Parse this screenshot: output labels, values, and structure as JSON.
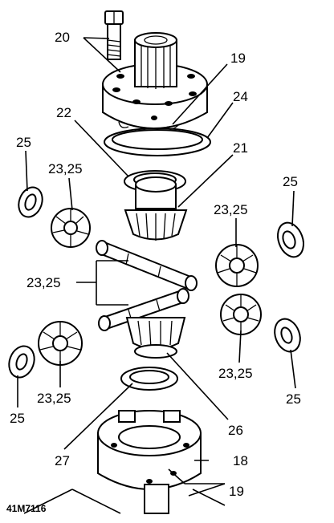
{
  "callouts": {
    "c20": "20",
    "c19_top": "19",
    "c24": "24",
    "c22": "22",
    "c21": "21",
    "c25_upper_left": "25",
    "c23_25_upper_left": "23,25",
    "c25_upper_right": "25",
    "c23_25_upper_right": "23,25",
    "c23_25_middle": "23,25",
    "c23_25_lower_left": "23,25",
    "c25_lower_left": "25",
    "c23_25_lower_right": "23,25",
    "c25_lower_right": "25",
    "c26": "26",
    "c27": "27",
    "c18": "18",
    "c19_bottom": "19"
  },
  "figure_code": "41M7116",
  "icons": {
    "gear": "bevel-gear-icon",
    "washer": "thrust-washer-icon",
    "bolt": "bolt-icon",
    "shaft": "cross-shaft-icon"
  }
}
